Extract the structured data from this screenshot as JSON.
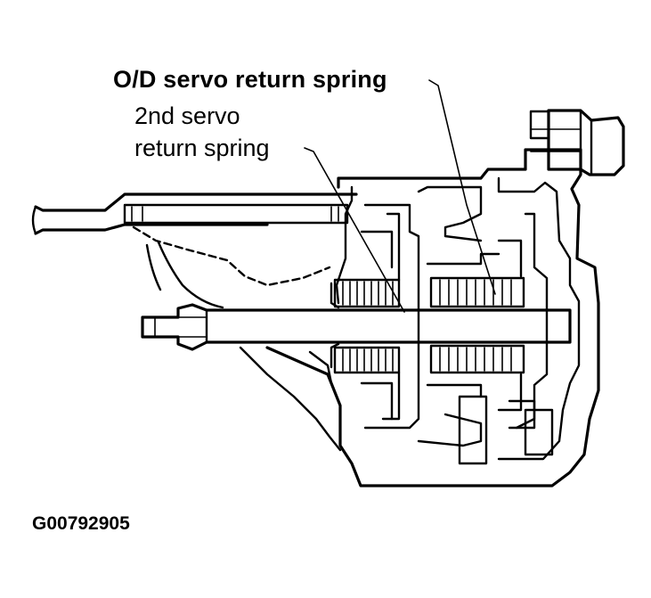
{
  "labels": {
    "od_servo_spring": "O/D servo return spring",
    "second_servo_line1": "2nd servo",
    "second_servo_line2": "return spring",
    "figure_id": "G00792905"
  }
}
